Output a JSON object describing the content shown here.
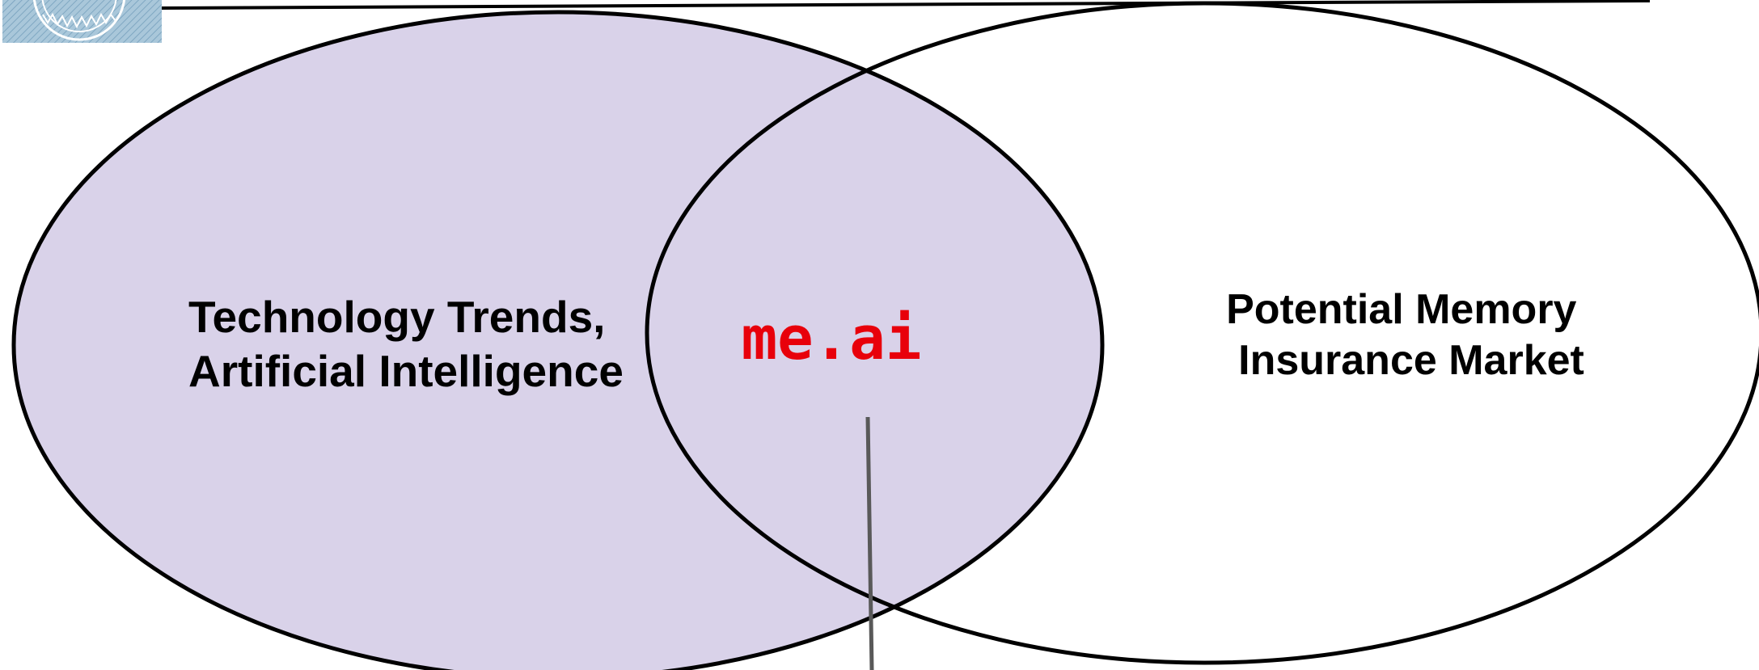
{
  "diagram": {
    "left_set_label": [
      "Technology Trends,",
      "Artificial Intelligence"
    ],
    "right_set_label": [
      "Potential Memory",
      "Insurance Market"
    ],
    "intersection_label": "me.ai"
  },
  "colors": {
    "left_fill": "#d9d2e9",
    "outline": "#000000",
    "intersection_text": "#e8000b",
    "pointer_line": "#595959",
    "logo_bg": "#a9c7da"
  },
  "logo": {
    "icon": "seal-logo"
  }
}
